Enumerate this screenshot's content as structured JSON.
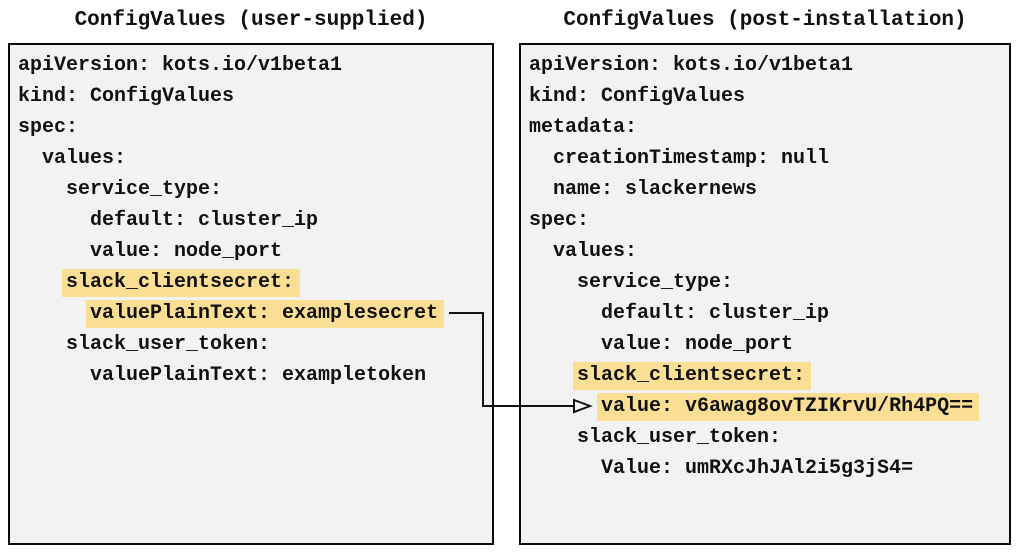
{
  "colors": {
    "highlight": "#fade94",
    "panel_background": "#f2f2f2",
    "border": "#0a0a0a",
    "text": "#111111"
  },
  "left_panel": {
    "title": "ConfigValues (user-supplied)",
    "lines": [
      {
        "pre": "",
        "text": "apiVersion: kots.io/v1beta1",
        "highlight": false
      },
      {
        "pre": "",
        "text": "kind: ConfigValues",
        "highlight": false
      },
      {
        "pre": "",
        "text": "spec:",
        "highlight": false
      },
      {
        "pre": "  ",
        "text": "values:",
        "highlight": false
      },
      {
        "pre": "    ",
        "text": "service_type:",
        "highlight": false
      },
      {
        "pre": "      ",
        "text": "default: cluster_ip",
        "highlight": false
      },
      {
        "pre": "      ",
        "text": "value: node_port",
        "highlight": false
      },
      {
        "pre": "    ",
        "text": "slack_clientsecret:",
        "highlight": true
      },
      {
        "pre": "      ",
        "text": "valuePlainText: examplesecret",
        "highlight": true
      },
      {
        "pre": "    ",
        "text": "slack_user_token:",
        "highlight": false
      },
      {
        "pre": "      ",
        "text": "valuePlainText: exampletoken",
        "highlight": false
      }
    ]
  },
  "right_panel": {
    "title": "ConfigValues (post-installation)",
    "lines": [
      {
        "pre": "",
        "text": "apiVersion: kots.io/v1beta1",
        "highlight": false
      },
      {
        "pre": "",
        "text": "kind: ConfigValues",
        "highlight": false
      },
      {
        "pre": "",
        "text": "metadata:",
        "highlight": false
      },
      {
        "pre": "  ",
        "text": "creationTimestamp: null",
        "highlight": false
      },
      {
        "pre": "  ",
        "text": "name: slackernews",
        "highlight": false
      },
      {
        "pre": "",
        "text": "spec:",
        "highlight": false
      },
      {
        "pre": "  ",
        "text": "values:",
        "highlight": false
      },
      {
        "pre": "    ",
        "text": "service_type:",
        "highlight": false
      },
      {
        "pre": "      ",
        "text": "default: cluster_ip",
        "highlight": false
      },
      {
        "pre": "      ",
        "text": "value: node_port",
        "highlight": false
      },
      {
        "pre": "    ",
        "text": "slack_clientsecret:",
        "highlight": true
      },
      {
        "pre": "      ",
        "text": "value: v6awag8ovTZIKrvU/Rh4PQ==",
        "highlight": true
      },
      {
        "pre": "    ",
        "text": "slack_user_token:",
        "highlight": false
      },
      {
        "pre": "      ",
        "text": "Value: umRXcJhJAl2i5g3jS4=",
        "highlight": false
      }
    ]
  },
  "arrow": {
    "from": "valuePlainText: examplesecret",
    "to": "value: v6awag8ovTZIKrvU/Rh4PQ=="
  }
}
